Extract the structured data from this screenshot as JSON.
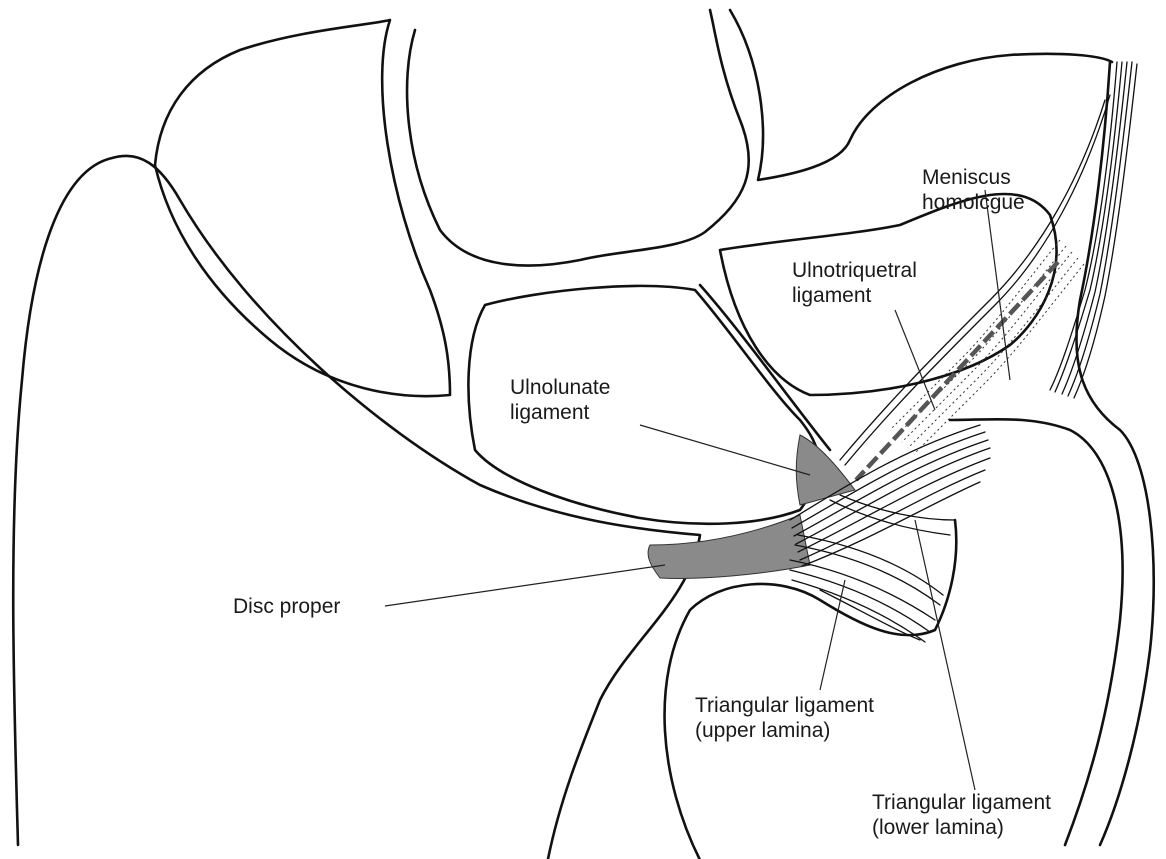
{
  "labels": {
    "meniscus_homologue": {
      "line1": "Meniscus",
      "line2": "homolcgue"
    },
    "ulnotriquetral_ligament": {
      "line1": "Ulnotriquetral",
      "line2": "ligament"
    },
    "ulnolunate_ligament": {
      "line1": "Ulnolunate",
      "line2": "ligament"
    },
    "disc_proper": "Disc proper",
    "triangular_upper": {
      "line1": "Triangular ligament",
      "line2": "(upper lamina)"
    },
    "triangular_lower": {
      "line1": "Triangular ligament",
      "line2": "(lower lamina)"
    }
  }
}
